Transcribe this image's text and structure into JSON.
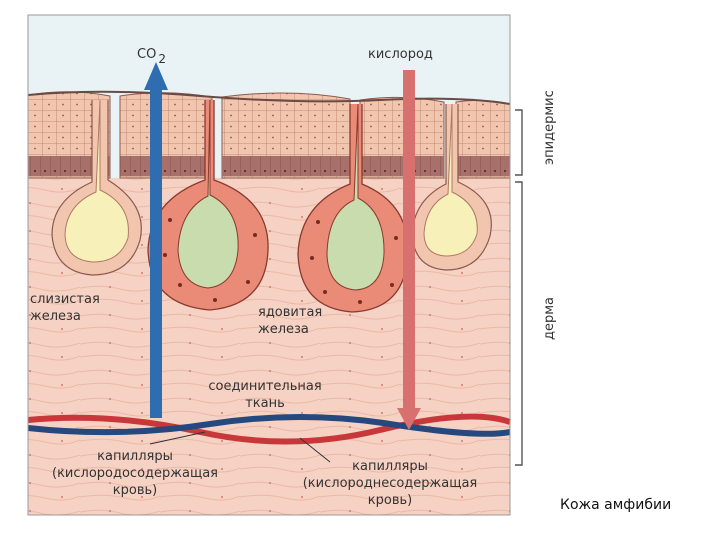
{
  "labels": {
    "co2": "CO",
    "co2_sub": "2",
    "oxygen": "кислород",
    "epidermis": "эпидермис",
    "dermis": "дерма",
    "mucous_gland_1": "слизистая",
    "mucous_gland_2": "железа",
    "poison_gland_1": "ядовитая",
    "poison_gland_2": "железа",
    "connective_1": "соединительная",
    "connective_2": "ткань",
    "capillaries_oxy_1": "капилляры",
    "capillaries_oxy_2": "(кислородосодержащая",
    "capillaries_oxy_3": "кровь)",
    "capillaries_deoxy_1": "капилляры",
    "capillaries_deoxy_2": "(кислороднесодержащая",
    "capillaries_deoxy_3": "кровь)"
  },
  "caption": "Кожа амфибии",
  "colors": {
    "background": "#ffffff",
    "sky": "#e9f3f6",
    "dermis": "#f6d2c4",
    "epidermis_cells": "#f2c6ae",
    "basal_layer": "#a8706a",
    "mucous_gland_lumen": "#f7f0b8",
    "poison_gland_cells": "#e98b76",
    "poison_gland_lumen": "#c8dcae",
    "co2_arrow": "#2e6db0",
    "oxygen_arrow": "#d87070",
    "artery": "#c8383a",
    "vein": "#25497e"
  }
}
